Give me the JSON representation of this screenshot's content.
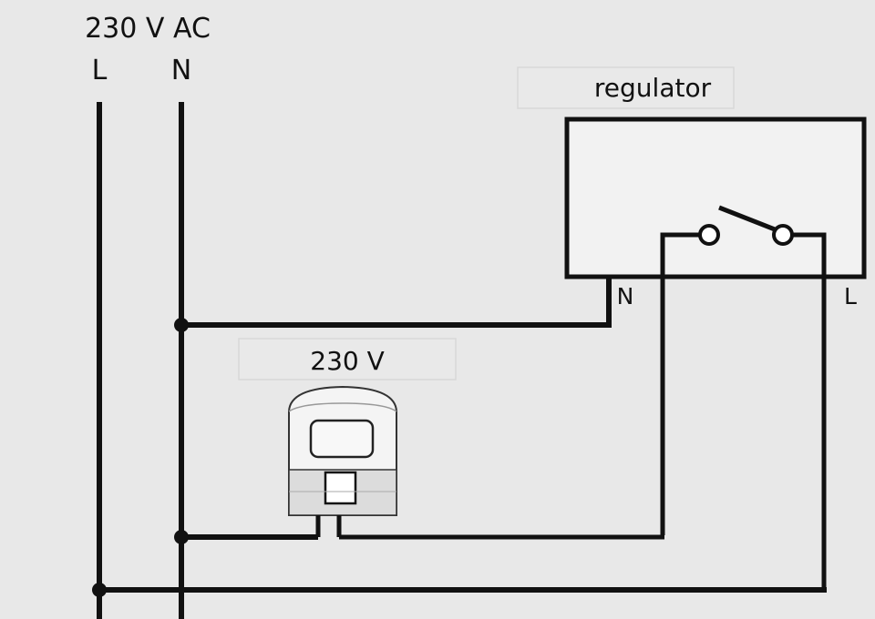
{
  "supply": {
    "title": "230 V AC",
    "l_label": "L",
    "n_label": "N"
  },
  "regulator": {
    "title": "regulator",
    "n_terminal": "N",
    "l_terminal": "L"
  },
  "actuator": {
    "title": "230 V"
  },
  "colors": {
    "background": "#e8e8e8",
    "wire": "#111111",
    "regulator_fill": "#f2f2f2",
    "actuator_body": "#f4f4f4"
  }
}
